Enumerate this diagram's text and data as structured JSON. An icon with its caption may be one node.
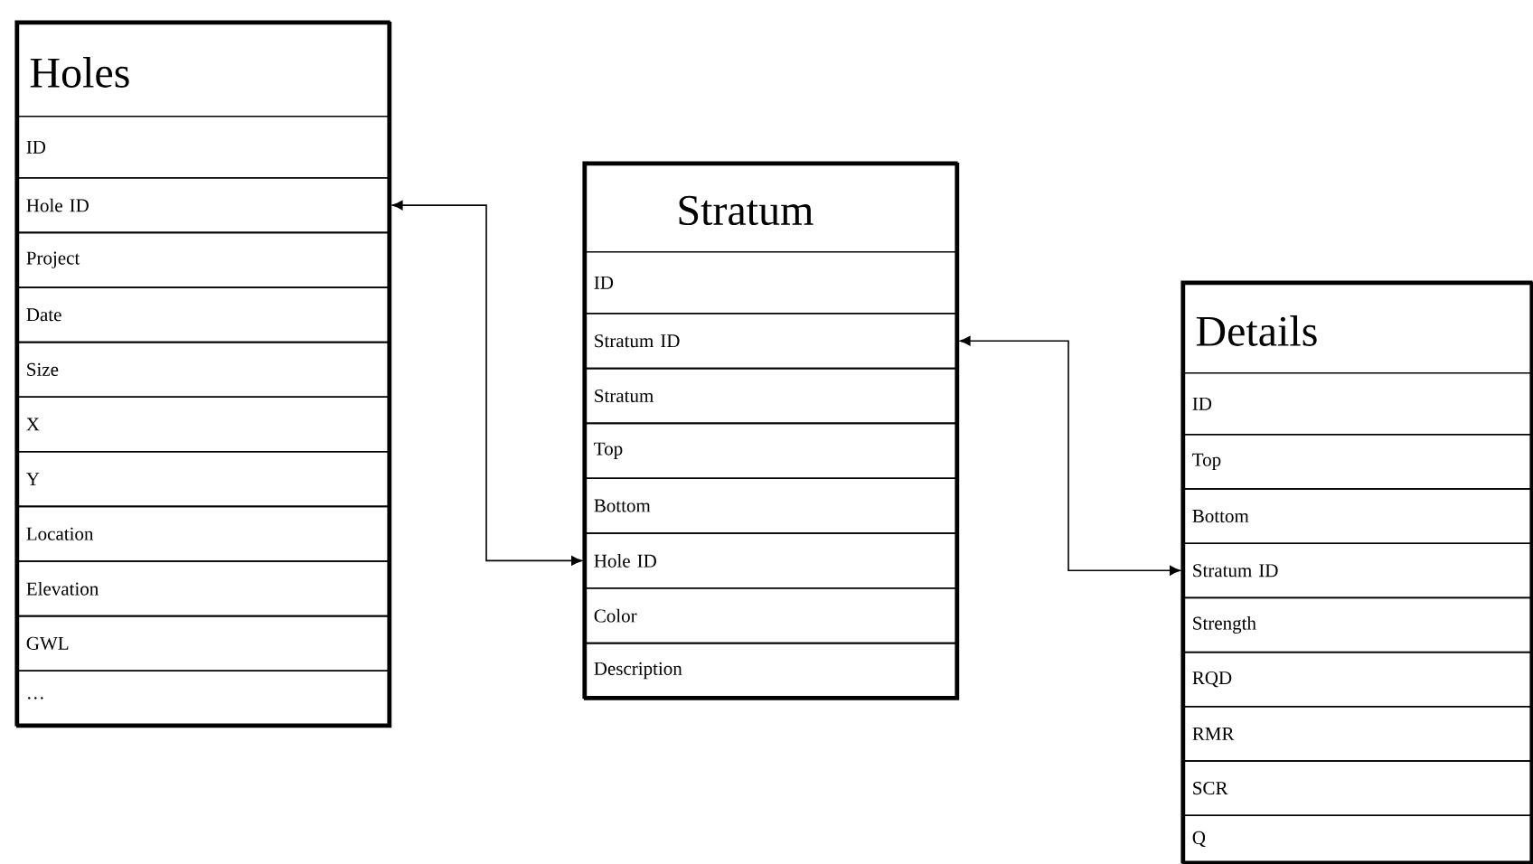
{
  "diagram": {
    "nodes": [
      {
        "text": [
          "Holes"
        ]
      },
      {
        "text": [
          "ID"
        ],
        "in": 0
      },
      {
        "text": [
          "Hole ID"
        ],
        "in": 0
      },
      {
        "text": [
          "Project"
        ],
        "in": 0
      },
      {
        "text": [
          "Date"
        ],
        "in": 0
      },
      {
        "text": [
          "Size"
        ],
        "in": 0
      },
      {
        "text": [
          "X"
        ],
        "in": 0
      },
      {
        "text": [
          "Y"
        ],
        "in": 0
      },
      {
        "text": [
          "Location"
        ],
        "in": 0
      },
      {
        "text": [
          "Elevation"
        ],
        "in": 0
      },
      {
        "text": [
          "GWL"
        ],
        "in": 0
      },
      {
        "text": [
          "…"
        ],
        "in": 0
      },
      {
        "text": [
          "Stratum"
        ]
      },
      {
        "text": [
          "ID"
        ],
        "in": 12
      },
      {
        "text": [
          "Stratum ID"
        ],
        "in": 12
      },
      {
        "text": [
          "Stratum"
        ],
        "in": 12
      },
      {
        "text": [
          "Top"
        ],
        "in": 12
      },
      {
        "text": [
          "Bottom"
        ],
        "in": 12
      },
      {
        "text": [
          "Hole ID"
        ],
        "in": 12
      },
      {
        "text": [
          "Color"
        ],
        "in": 12
      },
      {
        "text": [
          "Description"
        ],
        "in": 12
      },
      {
        "text": [
          "Details"
        ]
      },
      {
        "text": [
          "ID"
        ],
        "in": 21
      },
      {
        "text": [
          "Top"
        ],
        "in": 21
      },
      {
        "text": [
          "Bottom"
        ],
        "in": 21
      },
      {
        "text": [
          "Stratum ID"
        ],
        "in": 21
      },
      {
        "text": [
          "Strength"
        ],
        "in": 21
      },
      {
        "text": [
          "RQD"
        ],
        "in": 21
      },
      {
        "text": [
          "RMR"
        ],
        "in": 21
      },
      {
        "text": [
          "SCR"
        ],
        "in": 21
      },
      {
        "text": [
          "Q"
        ],
        "in": 21
      }
    ],
    "edges": [
      {
        "from": 2,
        "to": 18,
        "arrow": "both"
      },
      {
        "from": 14,
        "to": 25,
        "arrow": "both"
      }
    ]
  }
}
